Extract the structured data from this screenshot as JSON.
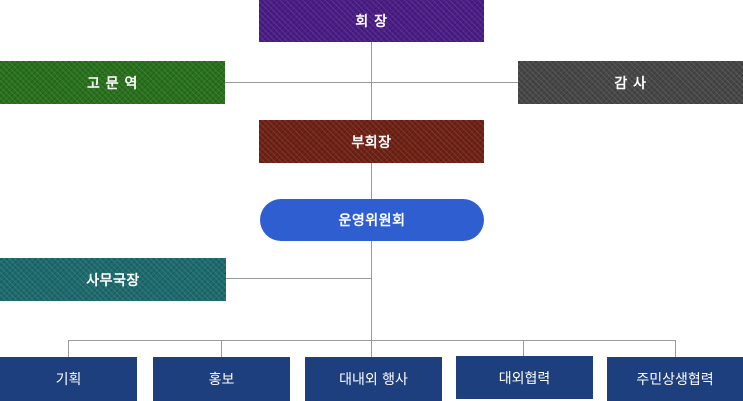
{
  "org_chart": {
    "chairman": "회 장",
    "advisor": "고 문 역",
    "auditor": "감 사",
    "vice_chairman": "부회장",
    "committee": "운영위원회",
    "secretary_general": "사무국장",
    "departments": [
      "기획",
      "홍보",
      "대내외 행사",
      "대외협력",
      "주민상생협력"
    ]
  },
  "colors": {
    "chairman": "#4a1c86",
    "advisor": "#28701c",
    "auditor": "#464646",
    "vice_chairman": "#6e2114",
    "committee": "#2f5ed1",
    "secretary_general": "#1d6a6c",
    "departments": "#1e3f7d",
    "connector": "#9a9a9a"
  }
}
